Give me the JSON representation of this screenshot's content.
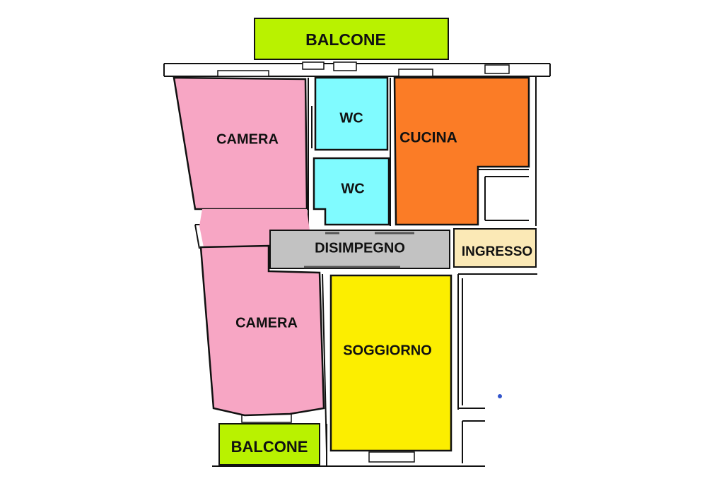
{
  "rooms": {
    "balcone_top": {
      "label": "BALCONE",
      "color": "#b9f200"
    },
    "camera_top": {
      "label": "CAMERA",
      "color": "#f7a6c4"
    },
    "wc_top": {
      "label": "WC",
      "color": "#80fbff"
    },
    "wc_bottom": {
      "label": "WC",
      "color": "#80fbff"
    },
    "cucina": {
      "label": "CUCINA",
      "color": "#fb7c26"
    },
    "disimpegno": {
      "label": "DISIMPEGNO",
      "color": "#c2c2c2"
    },
    "ingresso": {
      "label": "INGRESSO",
      "color": "#fbe9b6"
    },
    "camera_bottom": {
      "label": "CAMERA",
      "color": "#f7a6c4"
    },
    "soggiorno": {
      "label": "SOGGIORNO",
      "color": "#fcee00"
    },
    "balcone_bottom": {
      "label": "BALCONE",
      "color": "#b9f200"
    }
  },
  "colors": {
    "wall": "#111111"
  }
}
